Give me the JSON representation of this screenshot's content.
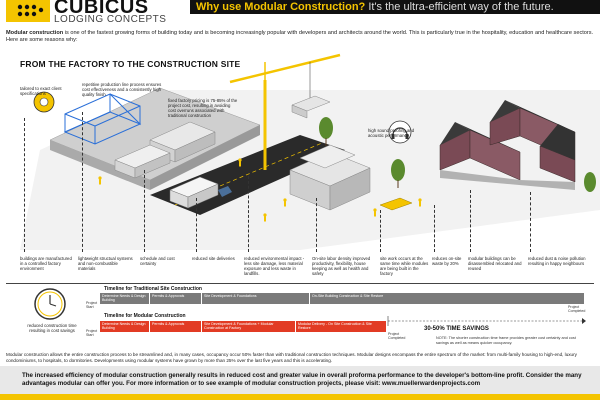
{
  "header": {
    "brand": "CUBICUS",
    "brand_sub": "LODGING CONCEPTS",
    "banner_bold": "Why use Modular Construction?",
    "banner_rest": " It's the ultra-efficient way of the future."
  },
  "intro": {
    "lead": "Modular construction",
    "text": " is one of the fastest growing forms of building today and is becoming increasingly popular with developers and architects around the world. This is particularly true in the hospitality, education and healthcare sectors. Here are some reasons why:"
  },
  "section_title": "FROM THE FACTORY TO THE CONSTRUCTION SITE",
  "top_callouts": {
    "tailored": "tailored to exact client specifications",
    "repetitive": "repetitive production line process ensures cost effectiveness and a consistently high quality finish",
    "fixed_pricing": "fixed factory pricing is 75-85% of the project cost, resulting in avoiding cost overruns associated with traditional construction",
    "sound": "high sound proofing and acoustic performance"
  },
  "bottom_callouts": [
    "buildings are manufactured in a controlled factory environment",
    "lightweight structual systems and non-combustible materials",
    "schedule and cost certainty",
    "reduced site deliveries",
    "reduced environmental impact - less site damage, less material exposure and less waste in landfills.",
    "On-site labor density improved productivity, flexibility, house keeping as well as health and safety",
    "site work occurs at the same time while modules are being built in the factory",
    "reduces on-site waste by 20%",
    "modular buildings can be disassembled relocated and reused",
    "reduced dust & noise pollution resulting in happy neighbours"
  ],
  "clock_label": "reduced construction time resulting in cost savings",
  "traditional": {
    "title": "Timeline for Traditional Site Construction",
    "cells": [
      "Determine Needs & Design Building",
      "Permits & Approvals",
      "Site Development & Foundations",
      "On-Site Building Construction & Site Restore"
    ],
    "start": "Project Start",
    "end": "Project Completed"
  },
  "modular": {
    "title": "Timeline for Modular Construction",
    "cells": [
      "Determine Needs & Design Building",
      "Permits & Approvals",
      "Site Development & Foundations + Modular Construction at Factory",
      "Modular Delivery - On Site Construction & Site Restore"
    ],
    "start": "Project Start",
    "end": "Project Completed"
  },
  "savings": {
    "label": "30-50% TIME SAVINGS",
    "note": "NOTE: The shorter construction time frame provides greater cost certainty and cost savings as well as means quicker occupancy."
  },
  "bottom_text": "Modular construction allows the entire construction process to be streamlined and, in many cases, occupancy occur 50% faster than with traditional construction techniques. Modular designs encompass the entire spectrum of the market: from multi-family housing to high-end, luxury condominiums, to hospitals, to dormitories. Developments using modular systems have grown by more than 25% over the last five years and this is accelerating.",
  "footer": {
    "text": "The increased efficiency of modular construction generally results in reduced cost and greater value in overall proforma performance to the developer's bottom-line profit. Consider the many advantages modular can offer you. For more information or to see example of modular construction projects, please visit: www.muellerwardenprojects.com"
  },
  "colors": {
    "brand_yellow": "#f4c400",
    "accent_red": "#e23b24",
    "timeline_gray": "#7a7a7a"
  }
}
